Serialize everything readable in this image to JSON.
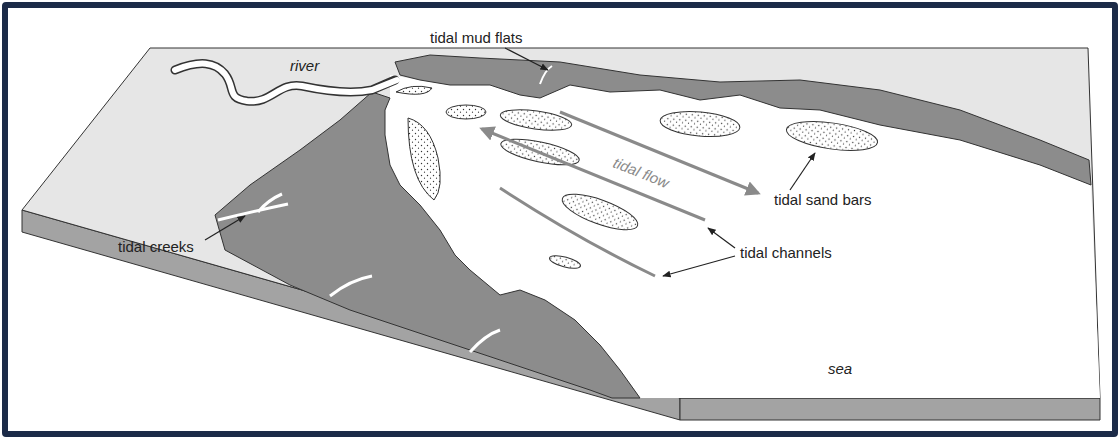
{
  "diagram": {
    "labels": [
      "river",
      "tidal mud flats",
      "tidal flow",
      "tidal sand bars",
      "tidal channels",
      "tidal creeks",
      "sea"
    ]
  }
}
